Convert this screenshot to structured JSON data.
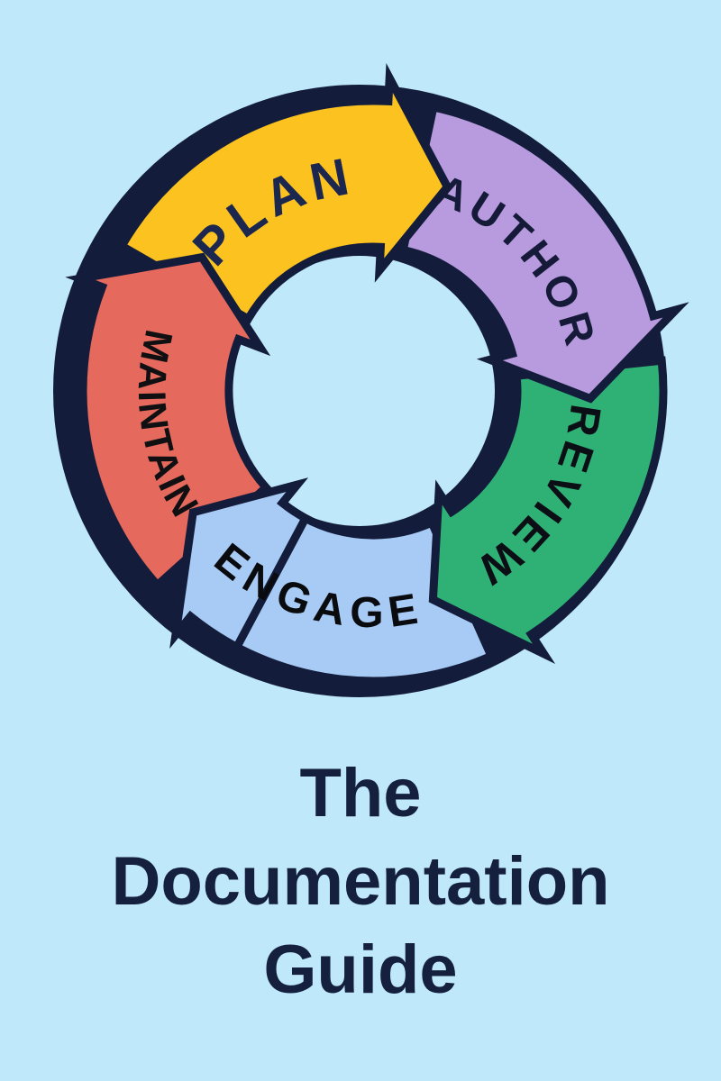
{
  "title": {
    "text": "The Documentation Guide",
    "lines": [
      "The",
      "Documentation",
      "Guide"
    ]
  },
  "diagram": {
    "type": "cycle",
    "direction": "clockwise",
    "steps": [
      {
        "order": 1,
        "label": "PLAN",
        "color": "#FCC320",
        "text_color": "#1C2750"
      },
      {
        "order": 2,
        "label": "AUTHOR",
        "color": "#B89BDF",
        "text_color": "#141A38"
      },
      {
        "order": 3,
        "label": "REVIEW",
        "color": "#2FB176",
        "text_color": "#0B0E14"
      },
      {
        "order": 4,
        "label": "ENGAGE",
        "color": "#A7CBF5",
        "text_color": "#0A0B0F"
      },
      {
        "order": 5,
        "label": "MAINTAIN",
        "color": "#E5695C",
        "text_color": "#101013"
      }
    ],
    "ring_color": "#131C3A",
    "outline_color": "#131C3A"
  },
  "colors": {
    "background": "#BFE8FB",
    "title_text": "#15203E"
  }
}
